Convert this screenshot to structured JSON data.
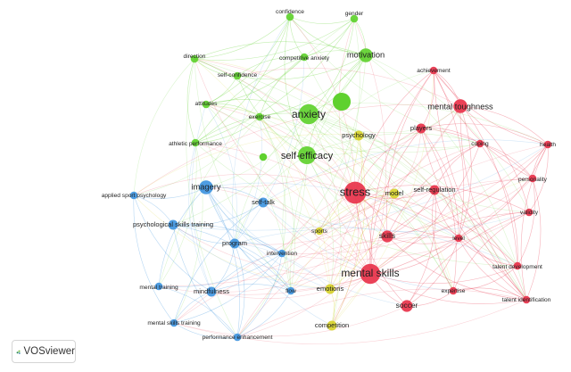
{
  "brand": {
    "name": "VOSviewer",
    "logo_colors": [
      "#2e8b57",
      "#7ac143",
      "#1a6fa0"
    ]
  },
  "clusters": {
    "red": "#e8324a",
    "green": "#5fd12e",
    "blue": "#3f95e0",
    "yellow": "#d6d12b"
  },
  "nodes": [
    {
      "id": "confidence",
      "label": "confidence",
      "cluster": "green",
      "weight": 2
    },
    {
      "id": "gender",
      "label": "gender",
      "cluster": "green",
      "weight": 2
    },
    {
      "id": "direction",
      "label": "direction",
      "cluster": "green",
      "weight": 2
    },
    {
      "id": "competitive-anxiety",
      "label": "competitive anxiety",
      "cluster": "green",
      "weight": 2
    },
    {
      "id": "motivation",
      "label": "motivation",
      "cluster": "green",
      "weight": 5
    },
    {
      "id": "self-confidence",
      "label": "self-confidence",
      "cluster": "green",
      "weight": 2
    },
    {
      "id": "attitudes",
      "label": "attitudes",
      "cluster": "green",
      "weight": 2
    },
    {
      "id": "exercise",
      "label": "exercise",
      "cluster": "green",
      "weight": 2
    },
    {
      "id": "anxiety",
      "label": "anxiety",
      "cluster": "green",
      "weight": 8
    },
    {
      "id": "athletic-performance",
      "label": "athletic performance",
      "cluster": "green",
      "weight": 2
    },
    {
      "id": "self-efficacy",
      "label": "self-efficacy",
      "cluster": "green",
      "weight": 7
    },
    {
      "id": "psychology",
      "label": "psychology",
      "cluster": "yellow",
      "weight": 3
    },
    {
      "id": "achievement",
      "label": "achievement",
      "cluster": "red",
      "weight": 2
    },
    {
      "id": "mental-toughness",
      "label": "mental toughness",
      "cluster": "red",
      "weight": 5
    },
    {
      "id": "players",
      "label": "players",
      "cluster": "red",
      "weight": 3
    },
    {
      "id": "coping",
      "label": "coping",
      "cluster": "red",
      "weight": 2
    },
    {
      "id": "health",
      "label": "health",
      "cluster": "red",
      "weight": 2
    },
    {
      "id": "stress",
      "label": "stress",
      "cluster": "red",
      "weight": 9
    },
    {
      "id": "model",
      "label": "model",
      "cluster": "yellow",
      "weight": 3
    },
    {
      "id": "self-regulation",
      "label": "self-regulation",
      "cluster": "red",
      "weight": 3
    },
    {
      "id": "personality",
      "label": "personality",
      "cluster": "red",
      "weight": 2
    },
    {
      "id": "validity",
      "label": "validity",
      "cluster": "red",
      "weight": 2
    },
    {
      "id": "skills",
      "label": "skills",
      "cluster": "red",
      "weight": 4
    },
    {
      "id": "level",
      "label": "level",
      "cluster": "red",
      "weight": 2
    },
    {
      "id": "talent-development",
      "label": "talent development",
      "cluster": "red",
      "weight": 2
    },
    {
      "id": "mental-skills",
      "label": "mental skills",
      "cluster": "red",
      "weight": 8
    },
    {
      "id": "expertise",
      "label": "expertise",
      "cluster": "red",
      "weight": 2
    },
    {
      "id": "talent-identification",
      "label": "talent identification",
      "cluster": "red",
      "weight": 2
    },
    {
      "id": "soccer",
      "label": "soccer",
      "cluster": "red",
      "weight": 4
    },
    {
      "id": "applied-sport-psychology",
      "label": "applied sport psychology",
      "cluster": "blue",
      "weight": 2
    },
    {
      "id": "imagery",
      "label": "imagery",
      "cluster": "blue",
      "weight": 5
    },
    {
      "id": "self-talk",
      "label": "self-talk",
      "cluster": "blue",
      "weight": 3
    },
    {
      "id": "psychological-skills-training",
      "label": "psychological skills training",
      "cluster": "blue",
      "weight": 3
    },
    {
      "id": "sports",
      "label": "sports",
      "cluster": "yellow",
      "weight": 2
    },
    {
      "id": "program",
      "label": "program",
      "cluster": "blue",
      "weight": 3
    },
    {
      "id": "intervention",
      "label": "intervention",
      "cluster": "blue",
      "weight": 2
    },
    {
      "id": "mental-training",
      "label": "mental training",
      "cluster": "blue",
      "weight": 2
    },
    {
      "id": "mindfulness",
      "label": "mindfulness",
      "cluster": "blue",
      "weight": 3
    },
    {
      "id": "flow",
      "label": "flow",
      "cluster": "blue",
      "weight": 2
    },
    {
      "id": "emotions",
      "label": "emotions",
      "cluster": "yellow",
      "weight": 3
    },
    {
      "id": "mental-skills-training",
      "label": "mental skills training",
      "cluster": "blue",
      "weight": 2
    },
    {
      "id": "competition",
      "label": "competition",
      "cluster": "yellow",
      "weight": 3
    },
    {
      "id": "performance-enhancement",
      "label": "performance enhancement",
      "cluster": "blue",
      "weight": 2
    }
  ]
}
